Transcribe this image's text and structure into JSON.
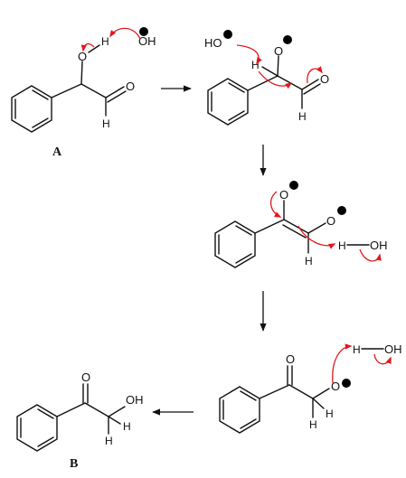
{
  "labels": {
    "compound_A": "A",
    "compound_B": "B"
  },
  "atoms": {
    "O": "O",
    "H": "H",
    "OH": "OH",
    "HO": "HO"
  },
  "colors": {
    "ink": "#111111",
    "curly_arrow": "#e0191c",
    "background": "#ffffff"
  },
  "icons": {
    "negative_charge": "circled-minus",
    "reaction_arrow": "arrow-right",
    "electron_push": "curved-arrow"
  }
}
